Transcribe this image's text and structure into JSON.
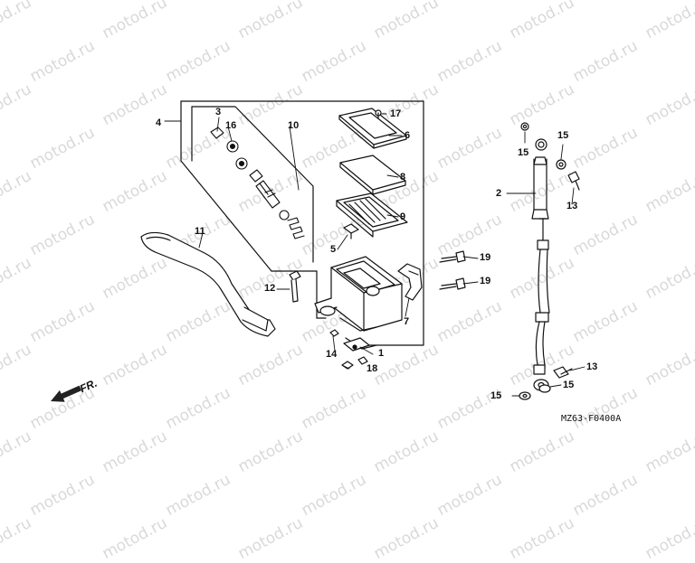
{
  "diagram": {
    "code": "MZ63-F0400A",
    "direction_label": "FR.",
    "watermark": "motod.ru",
    "parts": [
      {
        "id": "p1",
        "num": "1"
      },
      {
        "id": "p2",
        "num": "2"
      },
      {
        "id": "p3",
        "num": "3"
      },
      {
        "id": "p4",
        "num": "4"
      },
      {
        "id": "p5",
        "num": "5"
      },
      {
        "id": "p6",
        "num": "6"
      },
      {
        "id": "p7",
        "num": "7"
      },
      {
        "id": "p8",
        "num": "8"
      },
      {
        "id": "p9",
        "num": "9"
      },
      {
        "id": "p10",
        "num": "10"
      },
      {
        "id": "p11",
        "num": "11"
      },
      {
        "id": "p12",
        "num": "12"
      },
      {
        "id": "p13a",
        "num": "13"
      },
      {
        "id": "p13b",
        "num": "13"
      },
      {
        "id": "p14",
        "num": "14"
      },
      {
        "id": "p15a",
        "num": "15"
      },
      {
        "id": "p15b",
        "num": "15"
      },
      {
        "id": "p15c",
        "num": "15"
      },
      {
        "id": "p15d",
        "num": "15"
      },
      {
        "id": "p16",
        "num": "16"
      },
      {
        "id": "p17",
        "num": "17"
      },
      {
        "id": "p18",
        "num": "18"
      },
      {
        "id": "p19a",
        "num": "19"
      },
      {
        "id": "p19b",
        "num": "19"
      }
    ]
  }
}
